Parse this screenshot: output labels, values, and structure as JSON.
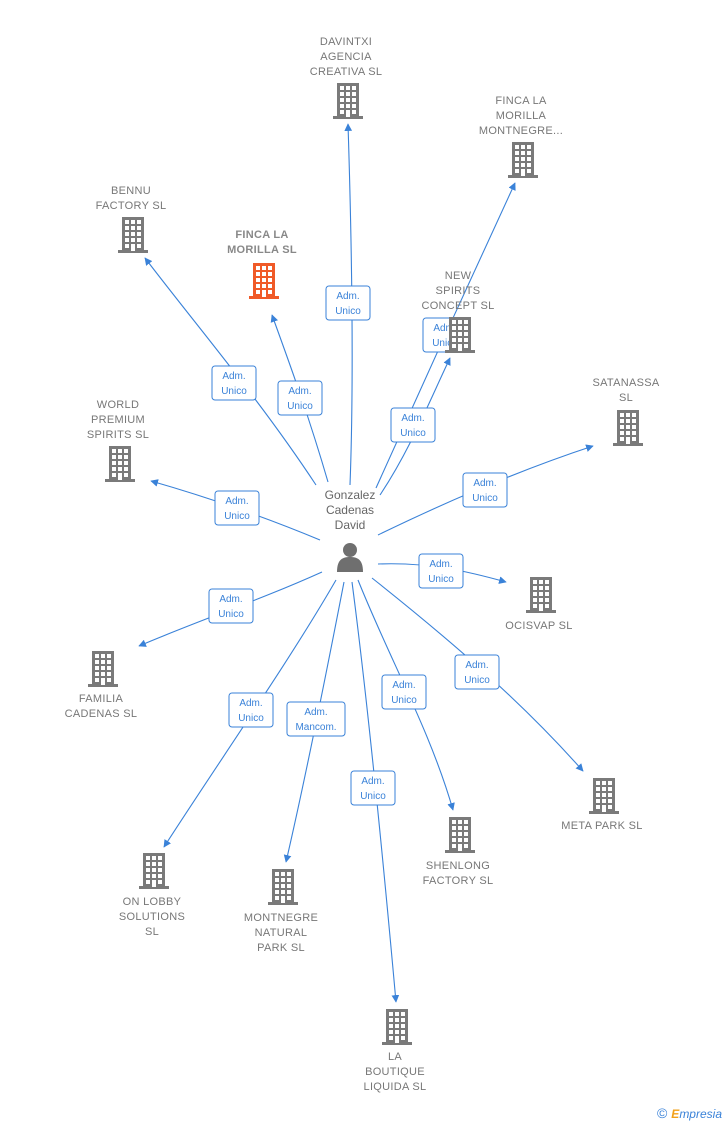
{
  "person": {
    "name_lines": [
      "Gonzalez",
      "Cadenas",
      "David"
    ],
    "icon": "person-icon"
  },
  "colors": {
    "edge": "#3a82d8",
    "building": "#7a7a7a",
    "building_highlight": "#f05a28"
  },
  "nodes": [
    {
      "id": "davintxi",
      "label_lines": [
        "DAVINTXI",
        "AGENCIA",
        "CREATIVA  SL"
      ],
      "role_lines": [
        "Adm.",
        "Unico"
      ],
      "highlight": false,
      "icon": "building-icon"
    },
    {
      "id": "finca-montnegre",
      "label_lines": [
        "FINCA LA",
        "MORILLA",
        "MONTNEGRE..."
      ],
      "role_lines": [
        "Adm.",
        "Unico"
      ],
      "highlight": false,
      "icon": "building-icon"
    },
    {
      "id": "bennu",
      "label_lines": [
        "BENNU",
        "FACTORY  SL"
      ],
      "role_lines": [
        "Adm.",
        "Unico"
      ],
      "highlight": false,
      "icon": "building-icon"
    },
    {
      "id": "finca-morilla",
      "label_lines": [
        "FINCA LA",
        "MORILLA  SL"
      ],
      "role_lines": [
        "Adm.",
        "Unico"
      ],
      "highlight": true,
      "icon": "building-icon"
    },
    {
      "id": "new-spirits",
      "label_lines": [
        "NEW",
        "SPIRITS",
        "CONCEPT  SL"
      ],
      "role_lines": [
        "Adm.",
        "Unico"
      ],
      "highlight": false,
      "icon": "building-icon"
    },
    {
      "id": "satanassa",
      "label_lines": [
        "SATANASSA",
        "SL"
      ],
      "role_lines": [
        "Adm.",
        "Unico"
      ],
      "highlight": false,
      "icon": "building-icon"
    },
    {
      "id": "world-premium",
      "label_lines": [
        "WORLD",
        "PREMIUM",
        "SPIRITS  SL"
      ],
      "role_lines": [
        "Adm.",
        "Unico"
      ],
      "highlight": false,
      "icon": "building-icon"
    },
    {
      "id": "ocisvap",
      "label_lines": [
        "OCISVAP SL"
      ],
      "role_lines": [
        "Adm.",
        "Unico"
      ],
      "highlight": false,
      "icon": "building-icon"
    },
    {
      "id": "familia-cadenas",
      "label_lines": [
        "FAMILIA",
        "CADENAS  SL"
      ],
      "role_lines": [
        "Adm.",
        "Unico"
      ],
      "highlight": false,
      "icon": "building-icon"
    },
    {
      "id": "meta-park",
      "label_lines": [
        "META PARK  SL"
      ],
      "role_lines": [
        "Adm.",
        "Unico"
      ],
      "highlight": false,
      "icon": "building-icon"
    },
    {
      "id": "shenlong",
      "label_lines": [
        "SHENLONG",
        "FACTORY  SL"
      ],
      "role_lines": [
        "Adm.",
        "Unico"
      ],
      "highlight": false,
      "icon": "building-icon"
    },
    {
      "id": "on-lobby",
      "label_lines": [
        "ON LOBBY",
        "SOLUTIONS",
        "SL"
      ],
      "role_lines": [
        "Adm.",
        "Unico"
      ],
      "highlight": false,
      "icon": "building-icon"
    },
    {
      "id": "montnegre-natural",
      "label_lines": [
        "MONTNEGRE",
        "NATURAL",
        "PARK  SL"
      ],
      "role_lines": [
        "Adm.",
        "Mancom."
      ],
      "highlight": false,
      "icon": "building-icon"
    },
    {
      "id": "la-boutique",
      "label_lines": [
        "LA",
        "BOUTIQUE",
        "LIQUIDA  SL"
      ],
      "role_lines": [
        "Adm.",
        "Unico"
      ],
      "highlight": false,
      "icon": "building-icon"
    }
  ],
  "footer": {
    "copyright": "©",
    "brand_initial": "E",
    "brand_rest": "mpresia"
  }
}
